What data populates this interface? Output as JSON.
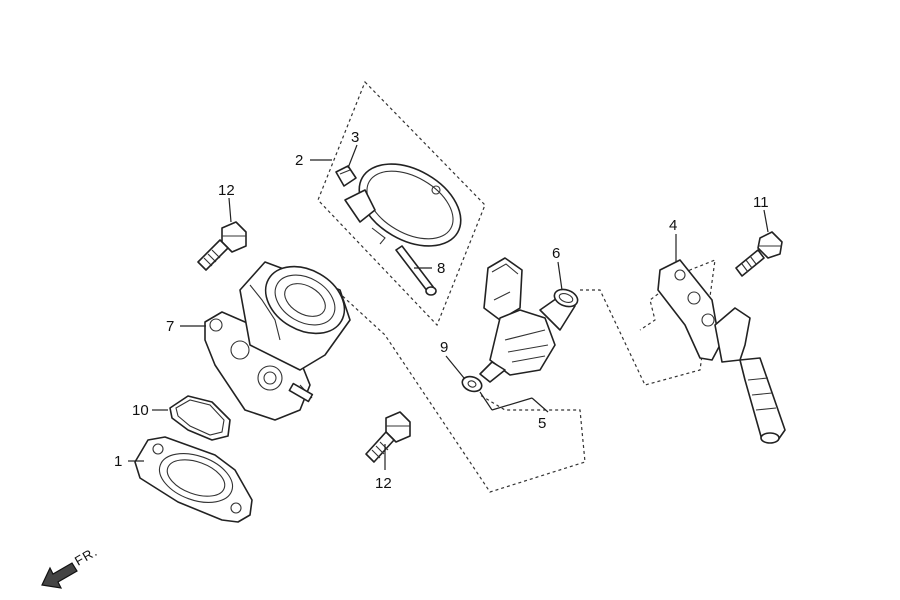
{
  "callouts": {
    "c1": "1",
    "c2": "2",
    "c3": "3",
    "c4": "4",
    "c5": "5",
    "c6": "6",
    "c7": "7",
    "c8": "8",
    "c9": "9",
    "c10": "10",
    "c11": "11",
    "c12a": "12",
    "c12b": "12"
  },
  "direction_label": "FR."
}
